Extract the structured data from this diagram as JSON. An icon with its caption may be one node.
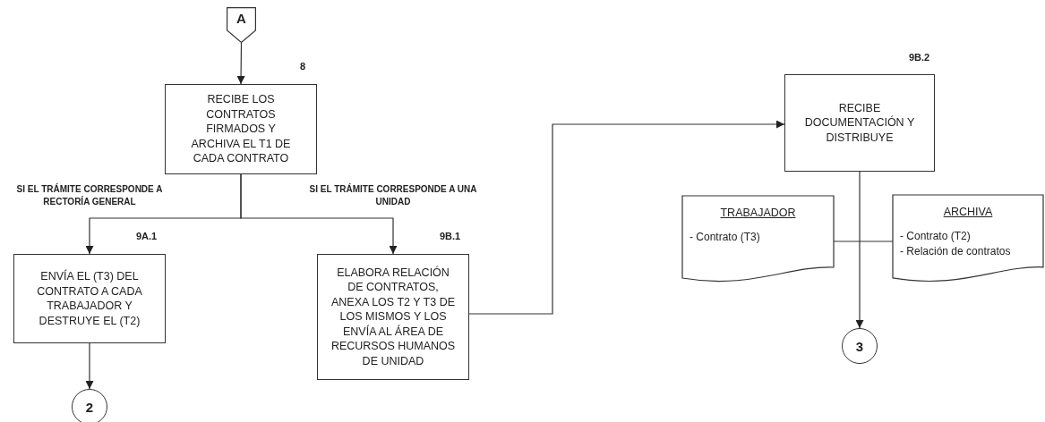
{
  "diagram": {
    "nodes": [
      {
        "text": [
          "A"
        ]
      },
      {
        "text": [
          "RECIBE LOS CONTRATOS FIRMADOS Y ARCHIVA EL T1 DE CADA CONTRATO"
        ],
        "beside": [
          "8"
        ]
      },
      {
        "text": [
          "ENVÍA EL (T3) DEL CONTRATO A CADA TRABAJADOR Y DESTRUYE EL (T2)"
        ],
        "beside": [
          "9A.1"
        ]
      },
      {
        "text": [
          "ELABORA RELACIÓN DE CONTRATOS, ANEXA LOS T2 Y T3 DE LOS MISMOS Y LOS ENVÍA AL  ÁREA DE RECURSOS HUMANOS DE UNIDAD"
        ],
        "beside": [
          "9B.1"
        ]
      },
      {
        "text": [
          "2"
        ]
      },
      {
        "text": [
          "RECIBE DOCUMENTACIÓN Y DISTRIBUYE"
        ],
        "beside": [
          "9B.2"
        ]
      },
      {
        "text": [
          "TRABAJADOR",
          "- Contrato (T3)"
        ]
      },
      {
        "text": [
          "ARCHIVA",
          "- Contrato (T2)",
          "- Relación de contratos"
        ]
      },
      {
        "text": [
          "3"
        ]
      }
    ],
    "edges": [
      {
        "from": 0,
        "to": 1,
        "arrow": "to"
      },
      {
        "from": 1,
        "to": 2,
        "arrow": "to",
        "label": "SI EL TRÁMITE CORRESPONDE A RECTORÍA GENERAL"
      },
      {
        "from": 1,
        "to": 3,
        "arrow": "to",
        "label": "SI EL TRÁMITE CORRESPONDE A UNA UNIDAD"
      },
      {
        "from": 2,
        "to": 4,
        "arrow": "to"
      },
      {
        "from": 3,
        "to": 5,
        "arrow": "to"
      },
      {
        "from": 5,
        "to": 8,
        "arrow": "to"
      },
      {
        "from": 6,
        "to": 7,
        "arrow": "none"
      }
    ]
  }
}
